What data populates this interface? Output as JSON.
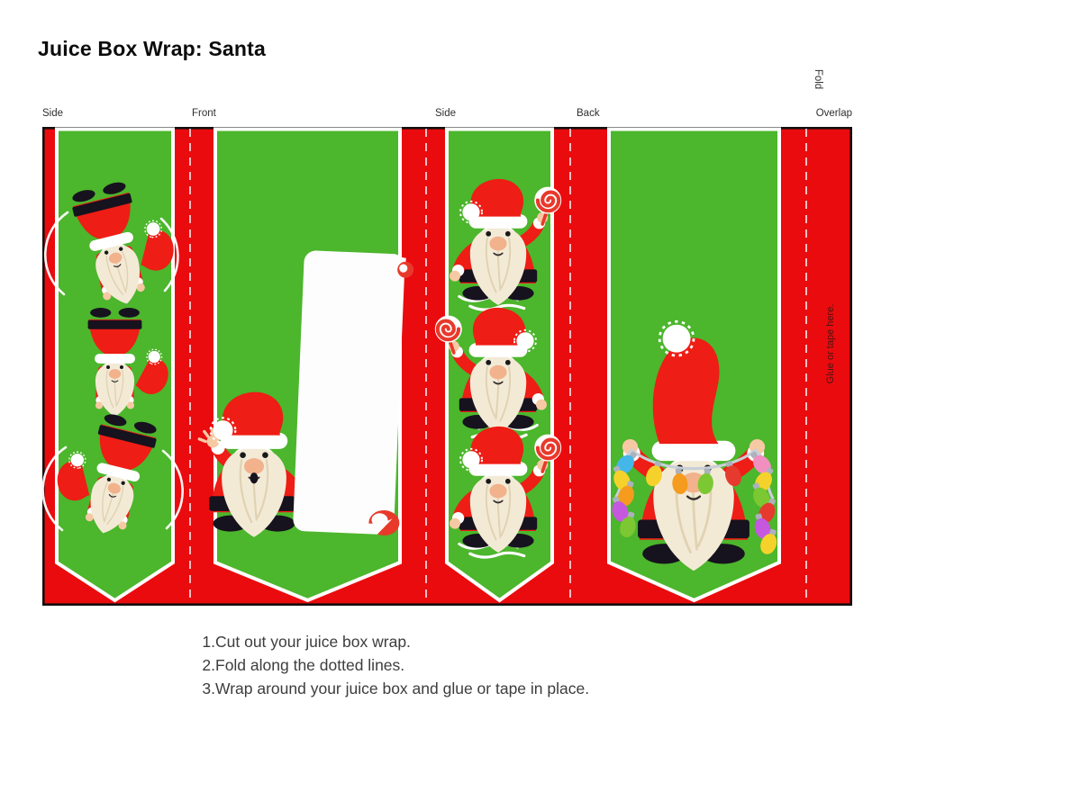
{
  "title": "Juice Box Wrap: Santa",
  "fold_label": "Fold",
  "panels": [
    {
      "label": "Side",
      "artwork": "three-tumbling-santa-gnomes"
    },
    {
      "label": "Front",
      "artwork": "waving-santa-gnome-with-blank-scroll"
    },
    {
      "label": "Side",
      "artwork": "three-santa-gnomes-holding-lollipops"
    },
    {
      "label": "Back",
      "artwork": "santa-gnome-holding-string-lights"
    },
    {
      "label": "Overlap",
      "artwork": "glue-tab"
    }
  ],
  "overlap": {
    "glue_text": "Glue or tape here."
  },
  "instructions": {
    "items": [
      {
        "number": "1.",
        "text": "Cut out your juice box wrap."
      },
      {
        "number": "2.",
        "text": "Fold along the dotted lines."
      },
      {
        "number": "3.",
        "text": "Wrap around your juice box and glue or tape in place."
      }
    ]
  },
  "colors": {
    "wrap-red": "#ea0b0e",
    "panel-green": "#4cb62c",
    "suit-red": "#ee1d15",
    "candy-red": "#e8392b",
    "boot-black": "#16121e",
    "beard-cream": "#f3ead6",
    "beard-strand": "#e0d2b2",
    "skin": "#f6c9a4",
    "nose": "#f1b28c",
    "border-black": "#140f0f",
    "title-ink": "#0c0c0c",
    "label-ink": "#2f2f2f",
    "body-ink": "#3d3d3d",
    "glue-ink": "#4a1512"
  }
}
